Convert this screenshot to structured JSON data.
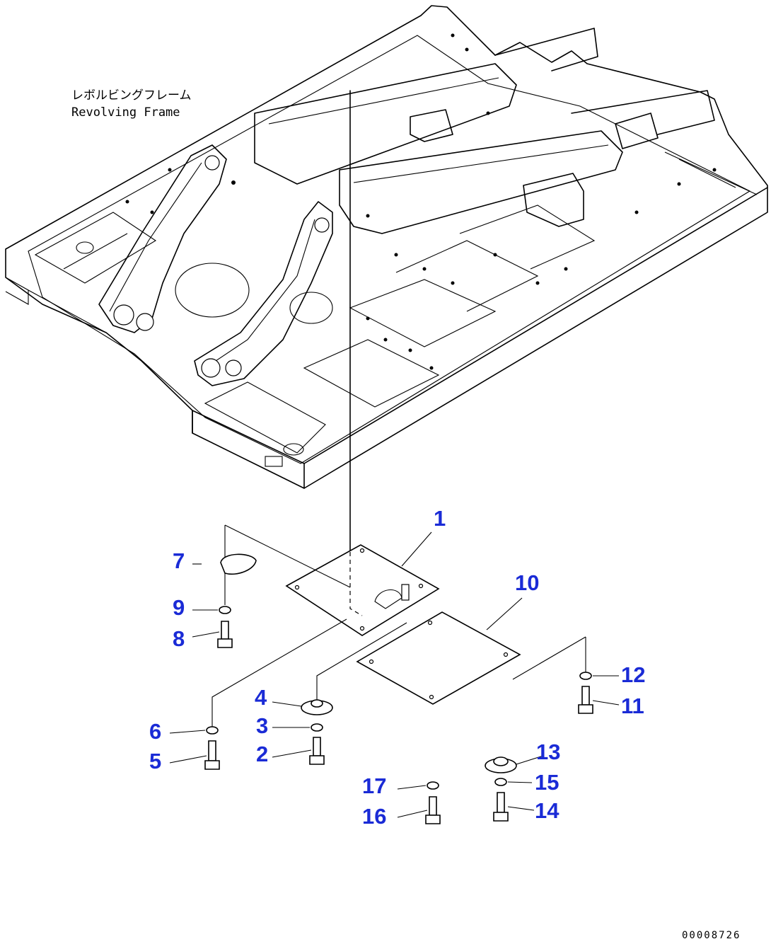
{
  "frame_label": {
    "jp": "レボルビングフレーム",
    "en": "Revolving Frame"
  },
  "doc_number": "00008726",
  "callouts": [
    {
      "key": "c1",
      "text": "1"
    },
    {
      "key": "c2",
      "text": "2"
    },
    {
      "key": "c3",
      "text": "3"
    },
    {
      "key": "c4",
      "text": "4"
    },
    {
      "key": "c5",
      "text": "5"
    },
    {
      "key": "c6",
      "text": "6"
    },
    {
      "key": "c7",
      "text": "7"
    },
    {
      "key": "c8",
      "text": "8"
    },
    {
      "key": "c9",
      "text": "9"
    },
    {
      "key": "c10",
      "text": "10"
    },
    {
      "key": "c11",
      "text": "11"
    },
    {
      "key": "c12",
      "text": "12"
    },
    {
      "key": "c13",
      "text": "13"
    },
    {
      "key": "c14",
      "text": "14"
    },
    {
      "key": "c15",
      "text": "15"
    },
    {
      "key": "c16",
      "text": "16"
    },
    {
      "key": "c17",
      "text": "17"
    }
  ]
}
